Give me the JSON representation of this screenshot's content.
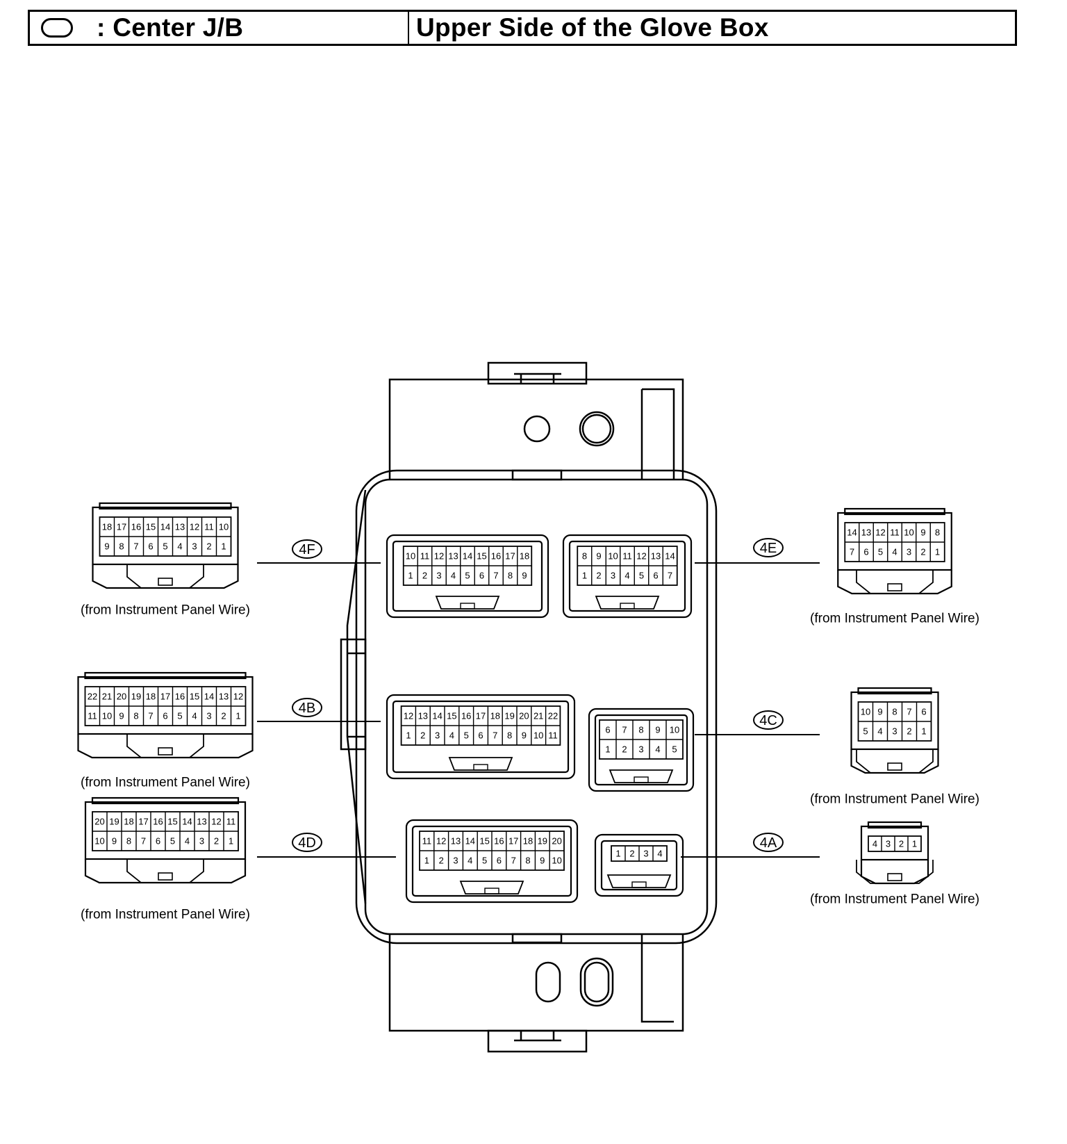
{
  "header": {
    "symbol_icon": "oval-outline-icon",
    "left_title": ": Center J/B",
    "right_title": "Upper Side of the Glove Box"
  },
  "junction_block": {
    "slots": {
      "4F": {
        "top": [
          "10",
          "11",
          "12",
          "13",
          "14",
          "15",
          "16",
          "17",
          "18"
        ],
        "bottom": [
          "1",
          "2",
          "3",
          "4",
          "5",
          "6",
          "7",
          "8",
          "9"
        ]
      },
      "4E": {
        "top": [
          "8",
          "9",
          "10",
          "11",
          "12",
          "13",
          "14"
        ],
        "bottom": [
          "1",
          "2",
          "3",
          "4",
          "5",
          "6",
          "7"
        ]
      },
      "4B": {
        "top": [
          "12",
          "13",
          "14",
          "15",
          "16",
          "17",
          "18",
          "19",
          "20",
          "21",
          "22"
        ],
        "bottom": [
          "1",
          "2",
          "3",
          "4",
          "5",
          "6",
          "7",
          "8",
          "9",
          "10",
          "11"
        ]
      },
      "4C": {
        "top": [
          "6",
          "7",
          "8",
          "9",
          "10"
        ],
        "bottom": [
          "1",
          "2",
          "3",
          "4",
          "5"
        ]
      },
      "4D": {
        "top": [
          "11",
          "12",
          "13",
          "14",
          "15",
          "16",
          "17",
          "18",
          "19",
          "20"
        ],
        "bottom": [
          "1",
          "2",
          "3",
          "4",
          "5",
          "6",
          "7",
          "8",
          "9",
          "10"
        ]
      },
      "4A": {
        "top": [
          "1",
          "2",
          "3",
          "4"
        ],
        "bottom": []
      }
    }
  },
  "connectors": [
    {
      "id": "4F",
      "label": "4F",
      "source": "(from Instrument Panel Wire)",
      "top": [
        "18",
        "17",
        "16",
        "15",
        "14",
        "13",
        "12",
        "11",
        "10"
      ],
      "bottom": [
        "9",
        "8",
        "7",
        "6",
        "5",
        "4",
        "3",
        "2",
        "1"
      ]
    },
    {
      "id": "4B",
      "label": "4B",
      "source": "(from Instrument Panel Wire)",
      "top": [
        "22",
        "21",
        "20",
        "19",
        "18",
        "17",
        "16",
        "15",
        "14",
        "13",
        "12"
      ],
      "bottom": [
        "11",
        "10",
        "9",
        "8",
        "7",
        "6",
        "5",
        "4",
        "3",
        "2",
        "1"
      ]
    },
    {
      "id": "4D",
      "label": "4D",
      "source": "(from Instrument Panel Wire)",
      "top": [
        "20",
        "19",
        "18",
        "17",
        "16",
        "15",
        "14",
        "13",
        "12",
        "11"
      ],
      "bottom": [
        "10",
        "9",
        "8",
        "7",
        "6",
        "5",
        "4",
        "3",
        "2",
        "1"
      ]
    },
    {
      "id": "4E",
      "label": "4E",
      "source": "(from Instrument Panel Wire)",
      "top": [
        "14",
        "13",
        "12",
        "11",
        "10",
        "9",
        "8"
      ],
      "bottom": [
        "7",
        "6",
        "5",
        "4",
        "3",
        "2",
        "1"
      ]
    },
    {
      "id": "4C",
      "label": "4C",
      "source": "(from Instrument Panel Wire)",
      "top": [
        "10",
        "9",
        "8",
        "7",
        "6"
      ],
      "bottom": [
        "5",
        "4",
        "3",
        "2",
        "1"
      ]
    },
    {
      "id": "4A",
      "label": "4A",
      "source": "(from Instrument Panel Wire)",
      "top": [
        "4",
        "3",
        "2",
        "1"
      ],
      "bottom": []
    }
  ]
}
